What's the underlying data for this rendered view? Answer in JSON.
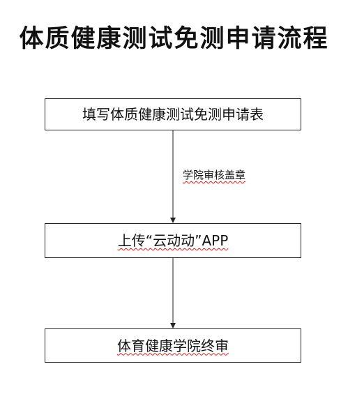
{
  "title": "体质健康测试免测申请流程",
  "steps": [
    {
      "label": "填写体质健康测试免测申请表"
    },
    {
      "label": "上传“云动动”APP"
    },
    {
      "label": "体育健康学院终审"
    }
  ],
  "edges": [
    {
      "label": "学院审核盖章"
    },
    {
      "label": ""
    }
  ],
  "colors": {
    "line": "#222222",
    "spellcheck_underline": "#d21f1f"
  }
}
